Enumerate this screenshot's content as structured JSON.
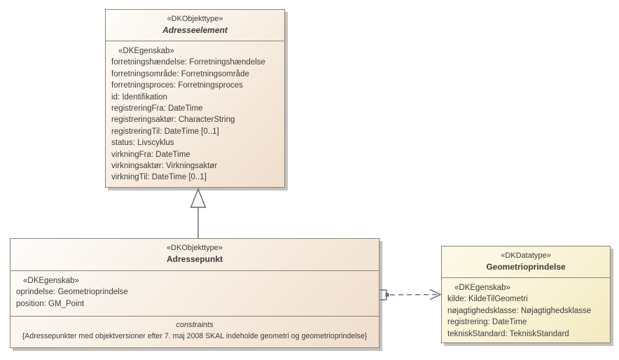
{
  "diagram": {
    "kind": "uml-class-diagram",
    "classes": {
      "adresseelement": {
        "stereotype": "«DKObjekttype»",
        "name": "Adresseelement",
        "attr_stereotype": "«DKEgenskab»",
        "attributes": [
          "forretningshændelse: Forretningshændelse",
          "forretningsområde: Forretningsområde",
          "forretningsproces: Forretningsproces",
          "id: Identifikation",
          "registreringFra: DateTime",
          "registreringsaktør: CharacterString",
          "registreringTil: DateTime [0..1]",
          "status: Livscyklus",
          "virkningFra: DateTime",
          "virkningsaktør: Virkningsaktør",
          "virkningTil: DateTime [0..1]"
        ]
      },
      "adressepunkt": {
        "stereotype": "«DKObjekttype»",
        "name": "Adressepunkt",
        "attr_stereotype": "«DKEgenskab»",
        "attributes": [
          "oprindelse: Geometrioprindelse",
          "position: GM_Point"
        ],
        "constraints_title": "constraints",
        "constraint": "{Adressepunkter med objektversioner efter 7. maj 2008 SKAL indeholde geometri og geometrioprindelse}"
      },
      "geometrioprindelse": {
        "stereotype": "«DKDatatype»",
        "name": "Geometrioprindelse",
        "attr_stereotype": "«DKEgenskab»",
        "attributes": [
          "kilde: KildeTilGeometri",
          "nøjagtighedsklasse: Nøjagtighedsklasse",
          "registrering: DateTime",
          "tekniskStandard: TekniskStandard"
        ]
      }
    },
    "relations": [
      {
        "type": "generalization",
        "from": "Adressepunkt",
        "to": "Adresseelement"
      },
      {
        "type": "dependency",
        "from": "Adressepunkt",
        "to": "Geometrioprindelse"
      }
    ],
    "colors": {
      "objekttype_fill_light": "#FEFCFA",
      "objekttype_fill_dark": "#F0DECD",
      "datatype_fill_light": "#FDFAE9",
      "datatype_fill_dark": "#F3EAC0",
      "border": "#8A8178",
      "shadow": "#C6C0BA",
      "connector": "#5C6878",
      "text": "#3C3C3A"
    }
  }
}
